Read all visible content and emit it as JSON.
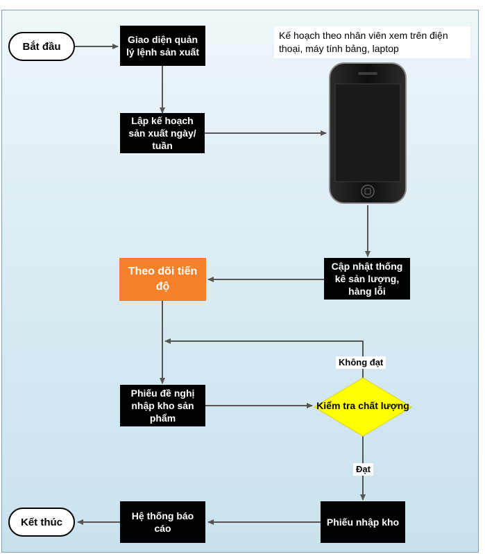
{
  "nodes": {
    "start": "Bắt đầu",
    "interface": "Giao diện quản lý lệnh sản xuất",
    "plan": "Lập kế hoạch sản xuất ngày/ tuần",
    "update": "Cập nhật thống kê sản lượng, hàng lỗi",
    "track": "Theo dõi tiến độ",
    "request": "Phiếu đề nghị nhập kho sản phẩm",
    "quality": "Kiểm tra chất lượng",
    "receipt": "Phiếu nhập kho",
    "report": "Hệ thống báo cáo",
    "end": "Kết thúc"
  },
  "note": "Kế hoạch theo nhân viên xem trên điện thoại, máy tính bảng, laptop",
  "labels": {
    "fail": "Không đạt",
    "pass": "Đạt"
  },
  "colors": {
    "box": "#000000",
    "highlight": "#f5822a",
    "decision": "#ffff00",
    "arrow": "#555555"
  },
  "icons": {
    "device": "smartphone-icon"
  }
}
